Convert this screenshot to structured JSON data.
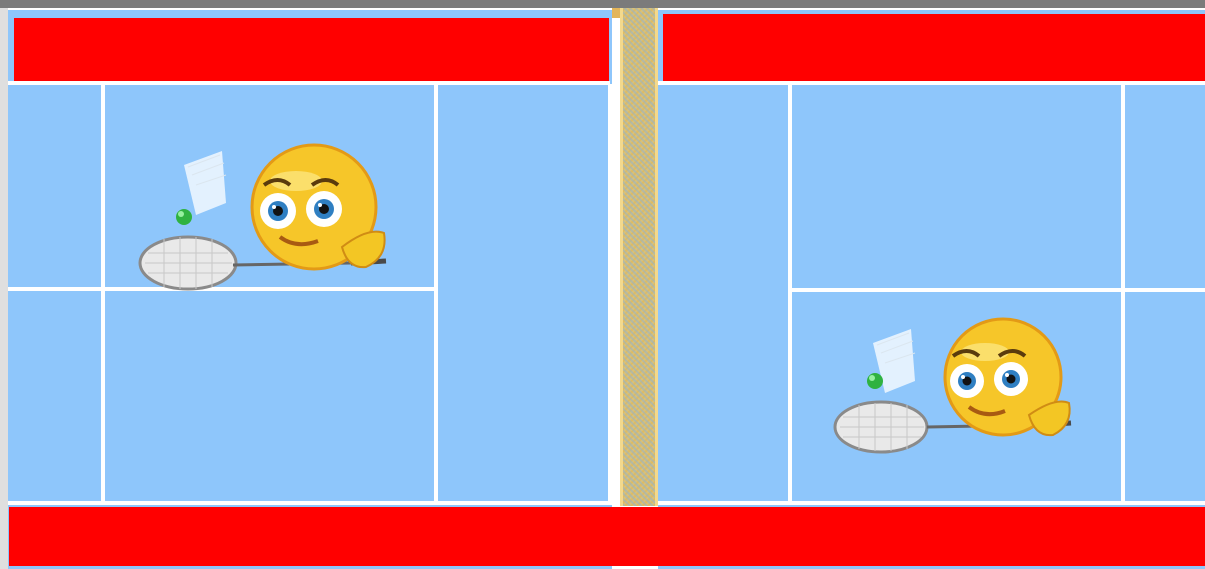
{
  "game": {
    "scene": "badminton-court",
    "colors": {
      "court": "#8ec6fb",
      "line": "#ffffff",
      "boundary_band": "#ff0000",
      "net": "#d7c17c",
      "face": "#f6c629",
      "racket_frame": "#9a9a9a"
    },
    "players": [
      {
        "id": "player-left",
        "icons": [
          "smiley-face-icon",
          "racket-icon",
          "shuttlecock-icon"
        ]
      },
      {
        "id": "player-right",
        "icons": [
          "smiley-face-icon",
          "racket-icon",
          "shuttlecock-icon"
        ]
      }
    ]
  }
}
